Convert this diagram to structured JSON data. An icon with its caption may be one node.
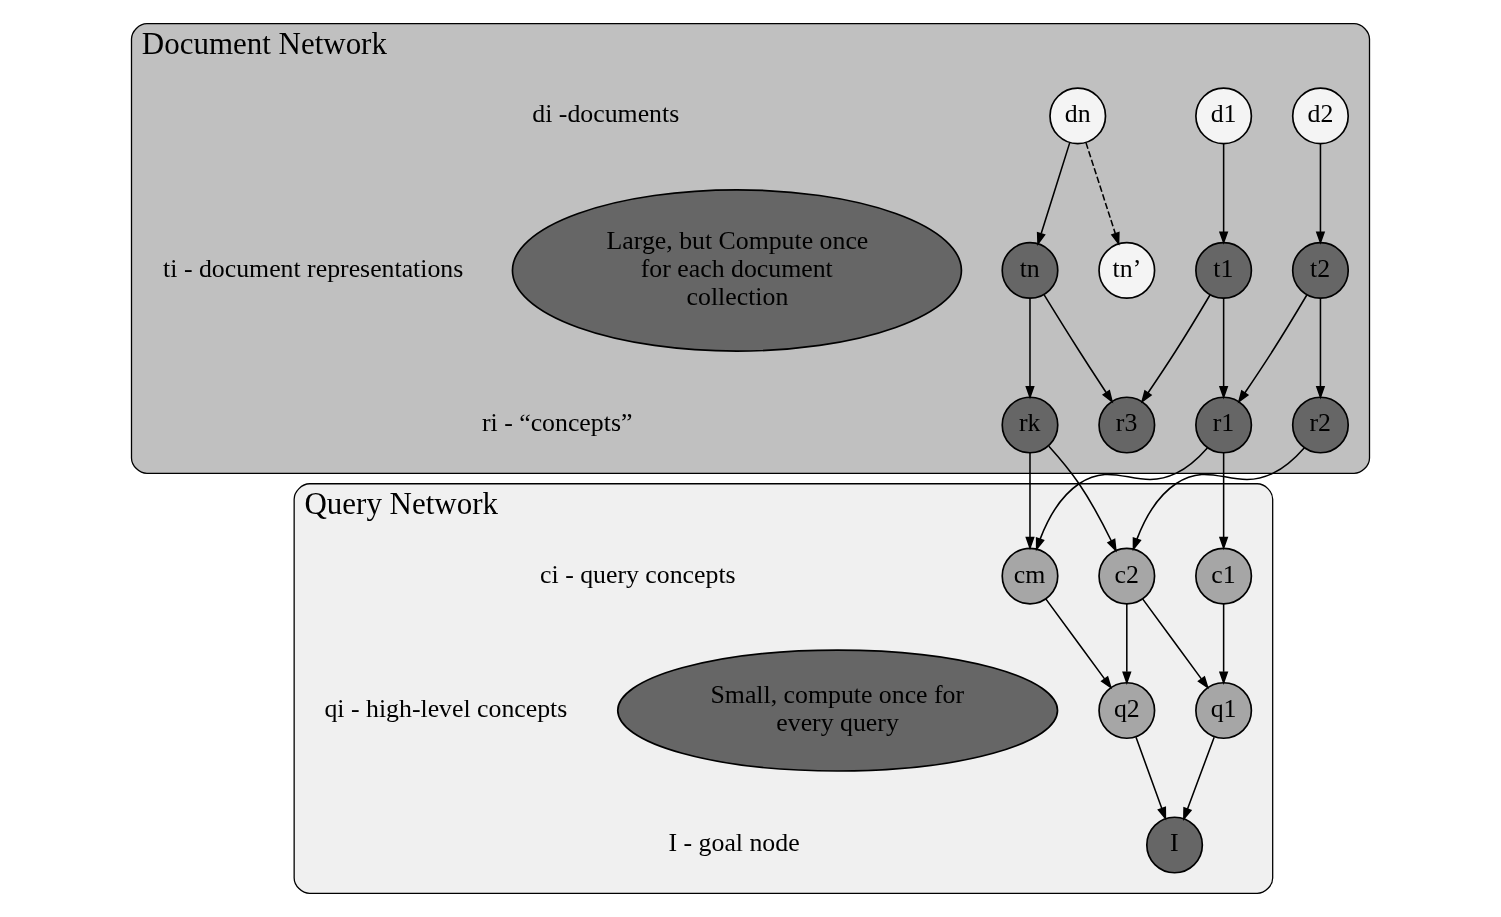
{
  "diagram": {
    "nodes": [
      {
        "text": [
          "Document Network"
        ]
      },
      {
        "text": [
          "d1"
        ],
        "in": 0
      },
      {
        "text": [
          "d2"
        ],
        "in": 0
      },
      {
        "text": [
          "dn"
        ],
        "in": 0
      },
      {
        "text": [
          "t1"
        ],
        "in": 0
      },
      {
        "text": [
          "t2"
        ],
        "in": 0
      },
      {
        "text": [
          "tn’"
        ],
        "in": 0
      },
      {
        "text": [
          "tn"
        ],
        "in": 0
      },
      {
        "text": [
          "r1"
        ],
        "in": 0
      },
      {
        "text": [
          "r2"
        ],
        "in": 0
      },
      {
        "text": [
          "r3"
        ],
        "in": 0
      },
      {
        "text": [
          "rk"
        ],
        "in": 0
      },
      {
        "text": [
          "Large, but Compute once for each document collection"
        ],
        "in": 0
      },
      {
        "text": [
          "Query Network"
        ]
      },
      {
        "text": [
          "c1"
        ],
        "in": 13
      },
      {
        "text": [
          "c2"
        ],
        "in": 13
      },
      {
        "text": [
          "cm"
        ],
        "in": 13
      },
      {
        "text": [
          "q1"
        ],
        "in": 13
      },
      {
        "text": [
          "q2"
        ],
        "in": 13
      },
      {
        "text": [
          "I"
        ],
        "in": 13
      },
      {
        "text": [
          "Small, compute once for every query"
        ],
        "in": 13
      }
    ],
    "edges": [
      {
        "from": 1,
        "to": 4,
        "arrow": "to"
      },
      {
        "from": 2,
        "to": 5,
        "arrow": "to"
      },
      {
        "from": 3,
        "to": 6,
        "arrow": "to",
        "style": "dashed"
      },
      {
        "from": 3,
        "to": 7,
        "arrow": "to"
      },
      {
        "from": 4,
        "to": 8,
        "arrow": "to"
      },
      {
        "from": 4,
        "to": 10,
        "arrow": "to"
      },
      {
        "from": 5,
        "to": 8,
        "arrow": "to"
      },
      {
        "from": 5,
        "to": 9,
        "arrow": "to"
      },
      {
        "from": 7,
        "to": 10,
        "arrow": "to"
      },
      {
        "from": 7,
        "to": 11,
        "arrow": "to"
      },
      {
        "from": 8,
        "to": 14,
        "arrow": "to"
      },
      {
        "from": 8,
        "to": 16,
        "arrow": "to"
      },
      {
        "from": 9,
        "to": 15,
        "arrow": "to"
      },
      {
        "from": 11,
        "to": 15,
        "arrow": "to"
      },
      {
        "from": 11,
        "to": 16,
        "arrow": "to"
      },
      {
        "from": 14,
        "to": 17,
        "arrow": "to"
      },
      {
        "from": 15,
        "to": 17,
        "arrow": "to"
      },
      {
        "from": 15,
        "to": 18,
        "arrow": "to"
      },
      {
        "from": 16,
        "to": 18,
        "arrow": "to"
      },
      {
        "from": 17,
        "to": 19,
        "arrow": "to"
      },
      {
        "from": 18,
        "to": 19,
        "arrow": "to"
      }
    ],
    "labels": [
      "di -documents",
      "ti - document representations",
      "ri - “concepts”",
      "ci - query concepts",
      "qi - high-level concepts",
      "I - goal node"
    ]
  }
}
